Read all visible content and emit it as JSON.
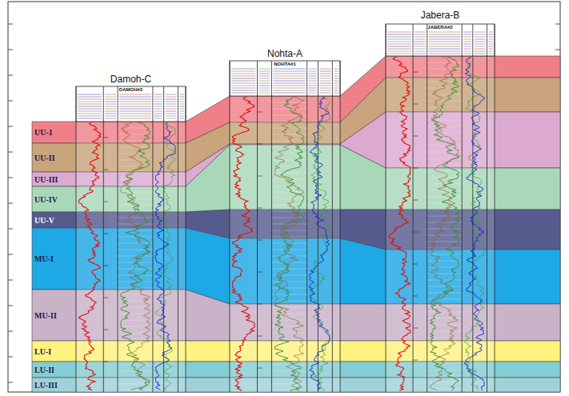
{
  "diagram": {
    "nodes": [
      {
        "text": [
          "UU-1"
        ]
      },
      {
        "text": [
          "UU-II"
        ]
      },
      {
        "text": [
          "UU-III"
        ]
      },
      {
        "text": [
          "UU-IV"
        ]
      },
      {
        "text": [
          "UU-V"
        ]
      },
      {
        "text": [
          "MU-I"
        ]
      },
      {
        "text": [
          "MU-II"
        ]
      },
      {
        "text": [
          "LU-I"
        ]
      },
      {
        "text": [
          "LU-II"
        ]
      },
      {
        "text": [
          "LU-III"
        ]
      }
    ],
    "labels": [
      "Damoh-C",
      "Nohta-A",
      "Jabera-B",
      "DAMOH#3",
      "NOHTA#1",
      "JABERA#2"
    ]
  }
}
